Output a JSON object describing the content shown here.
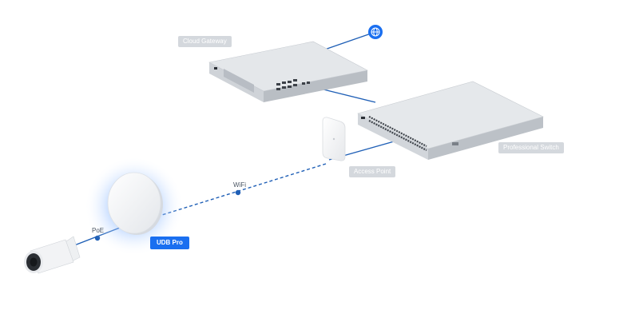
{
  "labels": {
    "cloud_gateway": "Cloud Gateway",
    "professional_switch": "Professional Switch",
    "access_point": "Access Point",
    "udb_pro": "UDB Pro",
    "wifi": "WiFi",
    "poe": "PoE"
  },
  "colors": {
    "accent": "#1a6ff0",
    "link_line": "#1f5fb6",
    "tag_bg": "#d4d8dd",
    "device_body": "#dfe2e6"
  },
  "icons": {
    "internet": "globe-icon"
  }
}
